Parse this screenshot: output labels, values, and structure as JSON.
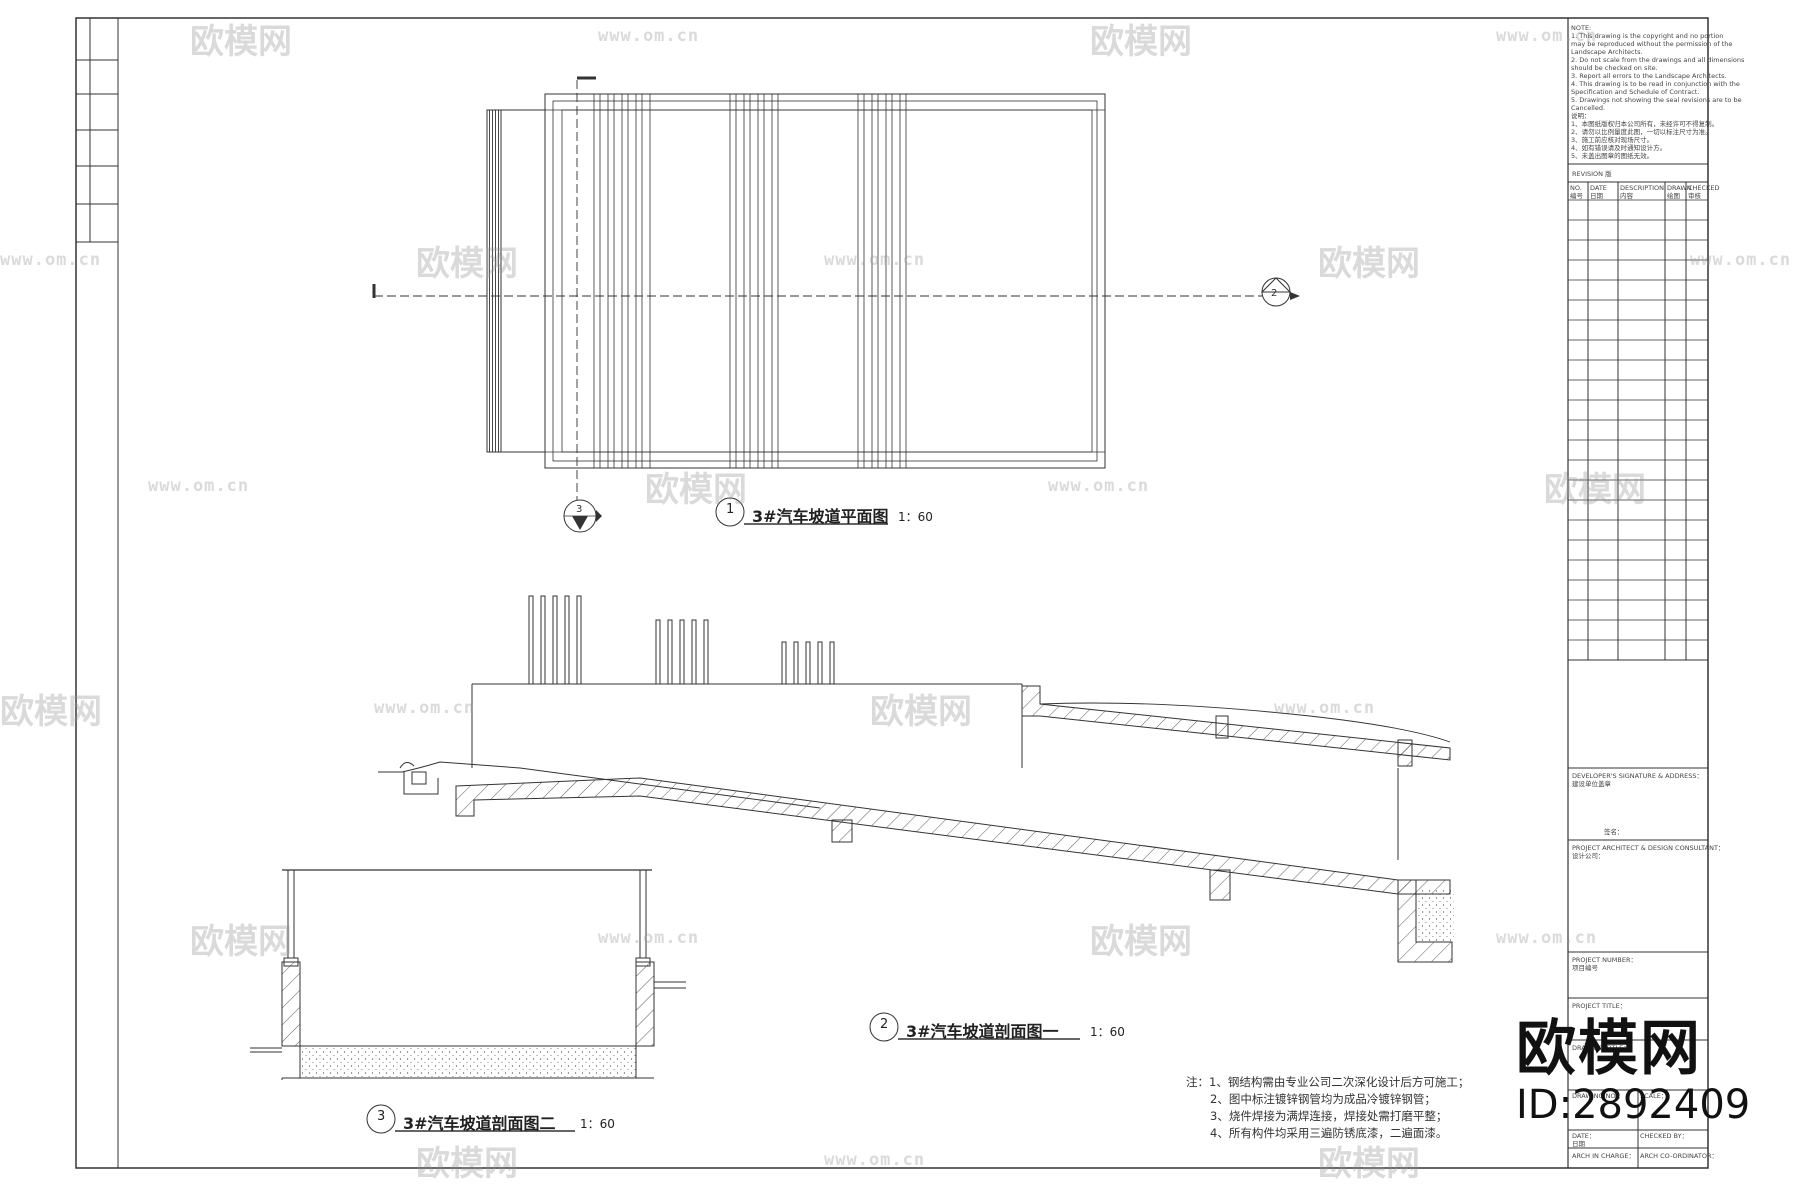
{
  "drawings": [
    {
      "no": "1",
      "title": "3#汽车坡道平面图",
      "scale": "1：60"
    },
    {
      "no": "2",
      "title": "3#汽车坡道剖面图一",
      "scale": "1：60"
    },
    {
      "no": "3",
      "title": "3#汽车坡道剖面图二",
      "scale": "1：60"
    }
  ],
  "section_marks": {
    "plan_end": "2",
    "plan_side": "3"
  },
  "notes": {
    "lead": "注：",
    "items": [
      "1、钢结构需由专业公司二次深化设计后方可施工；",
      "2、图中标注镀锌钢管均为成品冷镀锌钢管；",
      "3、烧件焊接为满焊连接，焊接处需打磨平整；",
      "4、所有构件均采用三遍防锈底漆，二遍面漆。"
    ]
  },
  "title_block": {
    "notes_en": [
      "NOTE:",
      "1. This drawing is the copyright and no portion",
      "may be reproduced without the permission of the",
      "Landscape Architects.",
      "2. Do not scale from the drawings and all dimensions",
      "should be checked on site.",
      "3. Report all errors to the Landscape Architects.",
      "4. This drawing is to be read in conjunction with the",
      "Specification and Schedule of Contract.",
      "5. Drawings not showing the seal revisions are to be",
      "Cancelled."
    ],
    "notes_cn": [
      "说明：",
      "1、本图纸版权归本公司所有，未经许可不得复制。",
      "2、请勿以比例量度此图，一切以标注尺寸为准。",
      "3、施工前应核对现场尺寸。",
      "4、如有错误请及时通知设计方。",
      "5、未盖出图章的图纸无效。"
    ],
    "revision_label": "REVISION 版",
    "rev_headers": [
      "NO.",
      "DATE",
      "DESCRIPTION",
      "DRAWN",
      "CHECKED"
    ],
    "rev_headers_cn": [
      "编号",
      "日期",
      "内容",
      "绘图",
      "审核"
    ],
    "developer_label": "DEVELOPER'S SIGNATURE & ADDRESS：",
    "developer_cn": "建设单位盖章",
    "sign_label": "签名：",
    "architect_label": "PROJECT ARCHITECT & DESIGN CONSULTANT：",
    "architect_cn": "设计公司：",
    "project_number_label": "PROJECT NUMBER：",
    "project_number_cn": "项目编号",
    "project_title_label": "PROJECT TITLE：",
    "drawing_title_label": "DRAWING TITLE：",
    "drawing_no_label": "DRAWING NO.：",
    "scale_label": "SCALE：",
    "date_label": "DATE：",
    "checked_label": "CHECKED BY：",
    "date_cn": "日期",
    "arch_in_charge": "ARCH IN CHARGE：",
    "arch_coord": "ARCH CO-ORDINATOR："
  },
  "watermark": {
    "brand": "欧模网",
    "url": "www.om.cn",
    "id": "ID:2892409"
  }
}
